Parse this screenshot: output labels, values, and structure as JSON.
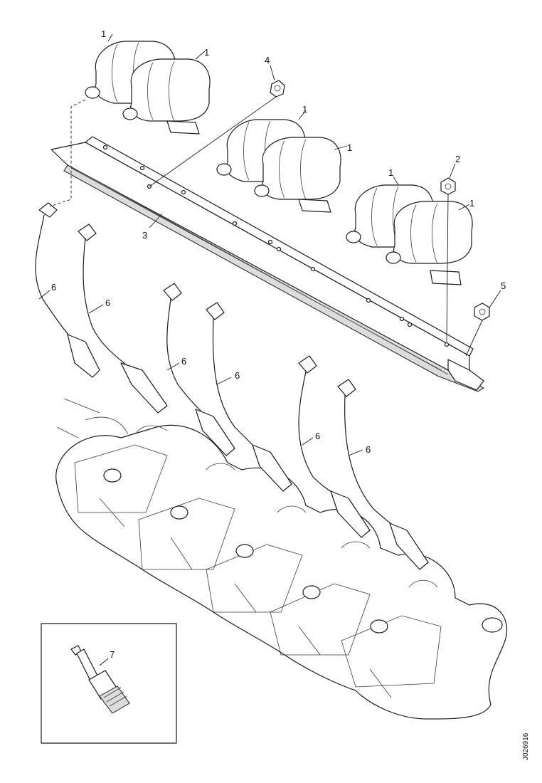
{
  "callouts": {
    "coil": "1",
    "nut": "2",
    "bracket": "3",
    "bolt_top": "4",
    "bolt_end": "5",
    "lead": "6",
    "spark_plug": "7"
  },
  "reference_code": "J026916"
}
